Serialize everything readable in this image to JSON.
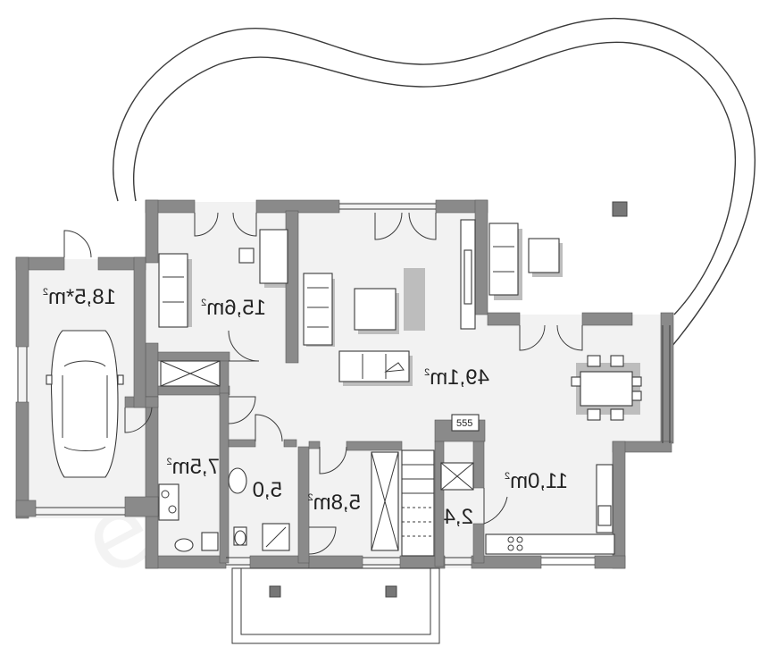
{
  "plan": {
    "rooms": [
      {
        "id": "garage",
        "area": "18,5",
        "unit": "*m",
        "sup": "2"
      },
      {
        "id": "living",
        "area": "15,6",
        "unit": "m",
        "sup": "2"
      },
      {
        "id": "main",
        "area": "49,1",
        "unit": "m",
        "sup": "2"
      },
      {
        "id": "utility",
        "area": "7,5",
        "unit": "m",
        "sup": "2"
      },
      {
        "id": "bath",
        "area": "5,0",
        "unit": "",
        "sup": ""
      },
      {
        "id": "hall",
        "area": "5,8",
        "unit": "m",
        "sup": "2"
      },
      {
        "id": "pantry",
        "area": "2,4",
        "unit": "",
        "sup": ""
      },
      {
        "id": "kitchen",
        "area": "11,0",
        "unit": "m",
        "sup": "2"
      }
    ],
    "boiler_label": "555",
    "watermark": "extradom"
  }
}
